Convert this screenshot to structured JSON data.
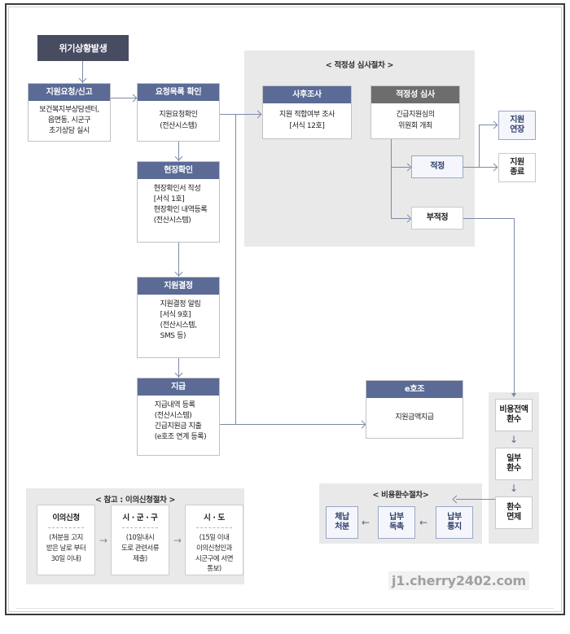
{
  "document": {
    "watermark": "j1.cherry2402.com"
  },
  "panels": {
    "review": {
      "title": "< 적정성 심사절차 >"
    },
    "appeal": {
      "title": "< 참고 : 이의신청절차 >"
    },
    "recovery": {
      "title": "< 비용환수절차>"
    },
    "recovery_column": {
      "title": ""
    }
  },
  "nodes": {
    "crisis": {
      "title": "위기상황발생"
    },
    "request": {
      "head": "지원요청/신고",
      "body": "보건복지부상담센터,\n읍면동, 시군구\n초기상담 실시"
    },
    "checklist": {
      "head": "요청목록 확인",
      "body": "지원요청확인\n(전산시스템)"
    },
    "onsite": {
      "head": "현장확인",
      "body": "현장확인서 작성\n[서식 1호]\n현장확인 내역등록\n(전산시스템)"
    },
    "decision": {
      "head": "지원결정",
      "body": "지원결정 알림\n[서식 9호]\n(전산시스템,\nSMS 등)"
    },
    "payment": {
      "head": "지급",
      "body": "지급내역 등록\n(전산시스템)\n긴급지원금 지출\n(e호조 연계 등록)"
    },
    "postsurvey": {
      "head": "사후조사",
      "body": "지원 적합여부 조사\n[서식 12호]"
    },
    "adequacy": {
      "head": "적정성 심사",
      "body": "긴급지원심의\n위원회 개최"
    },
    "ehojo": {
      "head": "e호조",
      "body": "지원금액지급"
    }
  },
  "decisions": {
    "proper": "적정",
    "improper": "부적정"
  },
  "outcomes": {
    "extend": "지원\n연장",
    "terminate": "지원\n종료"
  },
  "recovery_steps": [
    {
      "label": "비용전액\n환수"
    },
    {
      "label": "일부\n환수"
    },
    {
      "label": "환수\n면제"
    }
  ],
  "recovery_flow": [
    {
      "label": "체납\n처분"
    },
    {
      "label": "납부\n독촉"
    },
    {
      "label": "납부\n통지"
    }
  ],
  "appeal_steps": [
    {
      "title": "이의신청",
      "body": "(처분을 고지\n받은 날로 부터\n30일 이내)"
    },
    {
      "title": "시 · 군 · 구",
      "body": "(10일내시\n도로 관련서류\n제출)"
    },
    {
      "title": "시 · 도",
      "body": "(15일 이내\n이의신청인과\n시군구에 서면\n통보)"
    }
  ],
  "arrows": {
    "right": "→",
    "left": "←",
    "down": "↓"
  },
  "colors": {
    "header_dark": "#474c61",
    "header_blue": "#5b6b96",
    "header_gray": "#6d6d6d",
    "panel_bg": "#e9e9e9",
    "connector": "#7e8aa8",
    "accent_text": "#2e3d6b"
  }
}
